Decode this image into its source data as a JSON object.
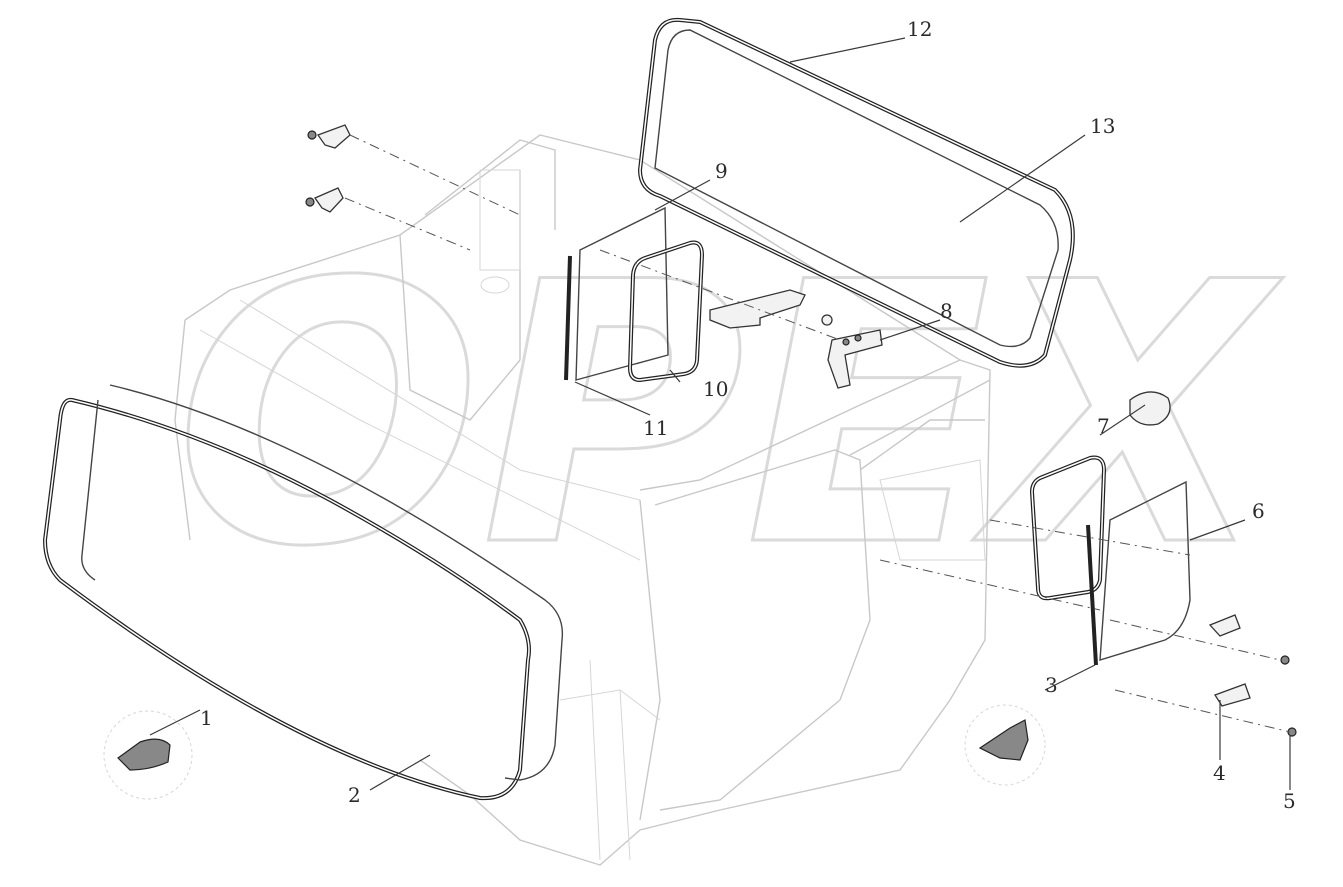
{
  "diagram": {
    "watermark": "OPEX",
    "callouts": [
      {
        "id": "1",
        "label": "1"
      },
      {
        "id": "2",
        "label": "2"
      },
      {
        "id": "3",
        "label": "3"
      },
      {
        "id": "4",
        "label": "4"
      },
      {
        "id": "5",
        "label": "5"
      },
      {
        "id": "6",
        "label": "6"
      },
      {
        "id": "7",
        "label": "7"
      },
      {
        "id": "8",
        "label": "8"
      },
      {
        "id": "9",
        "label": "9"
      },
      {
        "id": "10",
        "label": "10"
      },
      {
        "id": "11",
        "label": "11"
      },
      {
        "id": "12",
        "label": "12"
      },
      {
        "id": "13",
        "label": "13"
      }
    ]
  }
}
